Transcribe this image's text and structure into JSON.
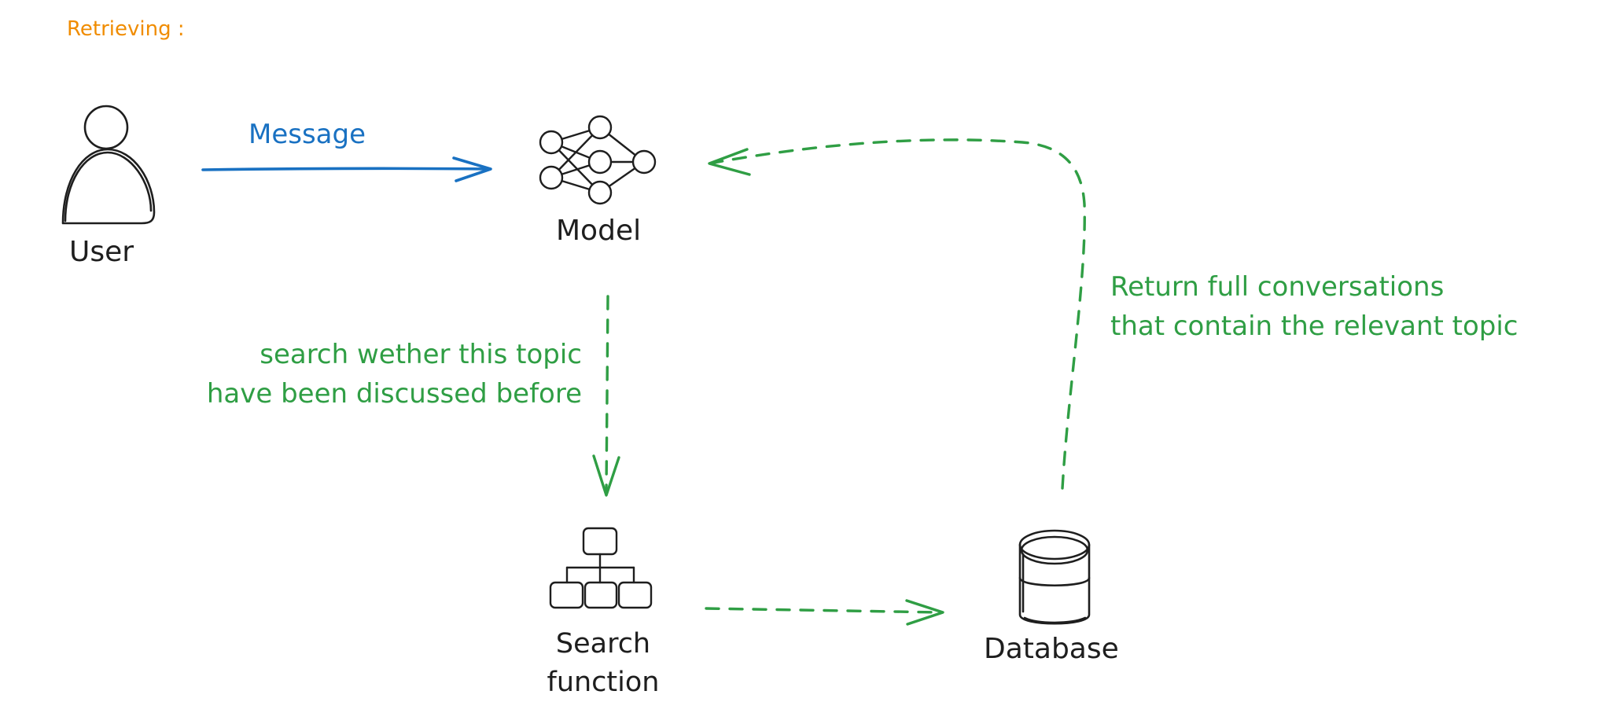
{
  "title": "Retrieving :",
  "nodes": {
    "user": {
      "label": "User",
      "icon": "person-icon"
    },
    "model": {
      "label": "Model",
      "icon": "neural-network-icon"
    },
    "search_function": {
      "label_lines": [
        "Search",
        "function"
      ],
      "icon": "hierarchy-icon"
    },
    "database": {
      "label": "Database",
      "icon": "database-cylinder-icon"
    }
  },
  "edges": {
    "message": {
      "label": "Message",
      "color": "#1971c2",
      "style": "solid"
    },
    "search_query": {
      "label_lines": [
        "search wether this topic",
        "have been discussed before"
      ],
      "color": "#2f9e44",
      "style": "dashed"
    },
    "search_to_db": {
      "color": "#2f9e44",
      "style": "dashed"
    },
    "return": {
      "label_lines": [
        "Return full conversations",
        "that contain the relevant topic"
      ],
      "color": "#2f9e44",
      "style": "dashed"
    }
  },
  "colors": {
    "title": "#f08c00",
    "message": "#1971c2",
    "flow": "#2f9e44",
    "ink": "#1e1e1e"
  }
}
